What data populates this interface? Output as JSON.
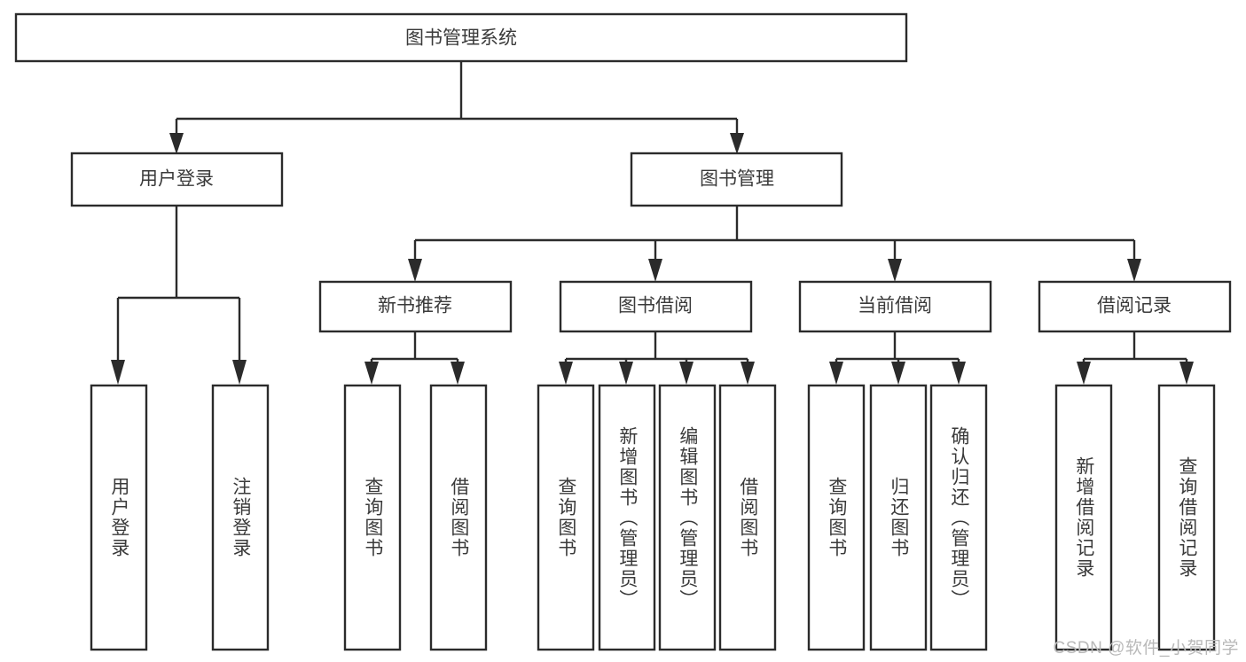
{
  "diagram": {
    "title": "图书管理系统",
    "type": "hierarchy-tree",
    "watermark": "CSDN @软件_小贺同学",
    "colors": {
      "box_stroke": "#2b2b2b",
      "box_fill": "#ffffff",
      "text": "#3a3a3a",
      "connector": "#2b2b2b",
      "background": "#ffffff",
      "watermark_text": "#b9b9b9"
    },
    "root": {
      "id": "root",
      "label": "图书管理系统",
      "orientation": "horizontal"
    },
    "level2": [
      {
        "id": "user-login",
        "label": "用户登录",
        "orientation": "horizontal"
      },
      {
        "id": "book-manage",
        "label": "图书管理",
        "orientation": "horizontal"
      }
    ],
    "level3": [
      {
        "id": "new-book-recommend",
        "label": "新书推荐",
        "orientation": "horizontal",
        "parent": "book-manage"
      },
      {
        "id": "book-borrow",
        "label": "图书借阅",
        "orientation": "horizontal",
        "parent": "book-manage"
      },
      {
        "id": "current-borrow",
        "label": "当前借阅",
        "orientation": "horizontal",
        "parent": "book-manage"
      },
      {
        "id": "borrow-record",
        "label": "借阅记录",
        "orientation": "horizontal",
        "parent": "book-manage"
      }
    ],
    "leaves": [
      {
        "id": "leaf-user-login",
        "label": "用户登录",
        "orientation": "vertical",
        "parent": "user-login"
      },
      {
        "id": "leaf-user-logout",
        "label": "注销登录",
        "orientation": "vertical",
        "parent": "user-login"
      },
      {
        "id": "leaf-query-book-1",
        "label": "查询图书",
        "orientation": "vertical",
        "parent": "new-book-recommend"
      },
      {
        "id": "leaf-borrow-book-1",
        "label": "借阅图书",
        "orientation": "vertical",
        "parent": "new-book-recommend"
      },
      {
        "id": "leaf-query-book-2",
        "label": "查询图书",
        "orientation": "vertical",
        "parent": "book-borrow"
      },
      {
        "id": "leaf-add-book",
        "label": "新增图书（管理员）",
        "orientation": "vertical",
        "parent": "book-borrow"
      },
      {
        "id": "leaf-edit-book",
        "label": "编辑图书（管理员）",
        "orientation": "vertical",
        "parent": "book-borrow"
      },
      {
        "id": "leaf-borrow-book-2",
        "label": "借阅图书",
        "orientation": "vertical",
        "parent": "book-borrow"
      },
      {
        "id": "leaf-query-book-3",
        "label": "查询图书",
        "orientation": "vertical",
        "parent": "current-borrow"
      },
      {
        "id": "leaf-return-book",
        "label": "归还图书",
        "orientation": "vertical",
        "parent": "current-borrow"
      },
      {
        "id": "leaf-confirm-return",
        "label": "确认归还（管理员）",
        "orientation": "vertical",
        "parent": "current-borrow"
      },
      {
        "id": "leaf-add-record",
        "label": "新增借阅记录",
        "orientation": "vertical",
        "parent": "borrow-record"
      },
      {
        "id": "leaf-query-record",
        "label": "查询借阅记录",
        "orientation": "vertical",
        "parent": "borrow-record"
      }
    ]
  }
}
